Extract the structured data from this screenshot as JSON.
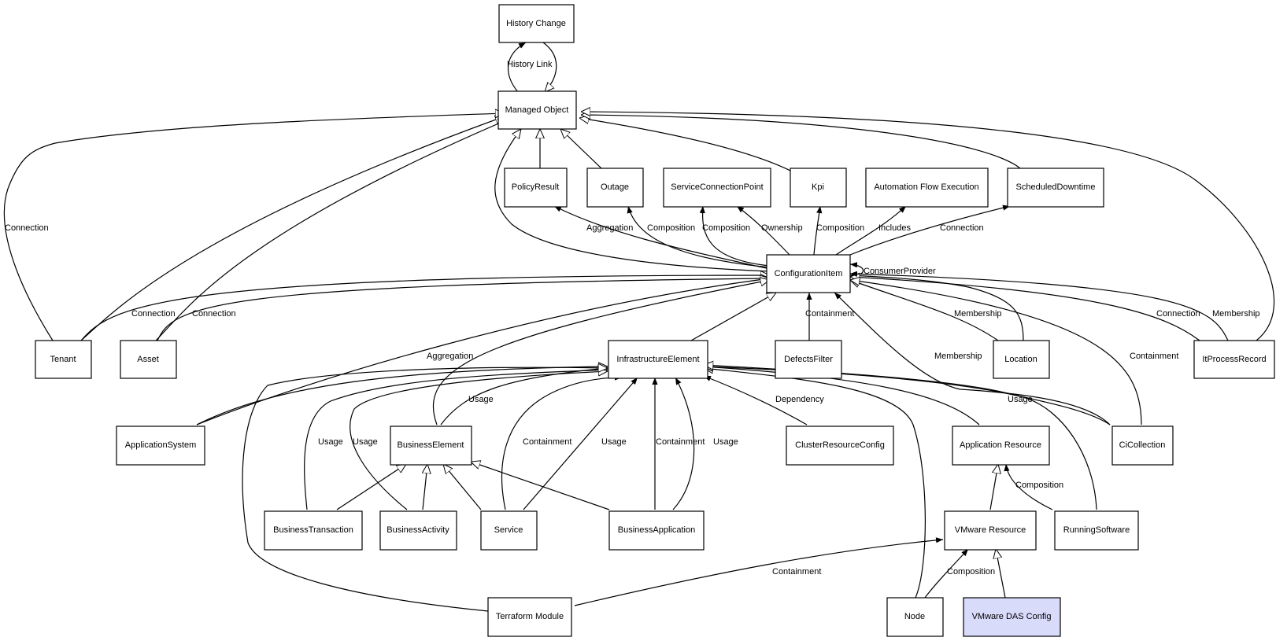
{
  "nodes": {
    "history_change": "History Change",
    "managed_object": "Managed Object",
    "policy_result": "PolicyResult",
    "outage": "Outage",
    "service_connection_point": "ServiceConnectionPoint",
    "kpi": "Kpi",
    "automation_flow_execution": "Automation Flow Execution",
    "scheduled_downtime": "ScheduledDowntime",
    "configuration_item": "ConfigurationItem",
    "tenant": "Tenant",
    "asset": "Asset",
    "infrastructure_element": "InfrastructureElement",
    "defects_filter": "DefectsFilter",
    "location": "Location",
    "it_process_record": "ItProcessRecord",
    "application_system": "ApplicationSystem",
    "business_element": "BusinessElement",
    "cluster_resource_config": "ClusterResourceConfig",
    "application_resource": "Application Resource",
    "ci_collection": "CiCollection",
    "business_transaction": "BusinessTransaction",
    "business_activity": "BusinessActivity",
    "service": "Service",
    "business_application": "BusinessApplication",
    "vmware_resource": "VMware Resource",
    "running_software": "RunningSoftware",
    "terraform_module": "Terraform Module",
    "node": "Node",
    "vmware_das_config": "VMware DAS Config"
  },
  "edge_labels": {
    "history_link": "History Link",
    "connection_tenant_mo": "Connection",
    "aggregation_policy": "Aggregation",
    "composition_outage": "Composition",
    "composition_scp": "Composition",
    "ownership_scp": "Ownership",
    "composition_kpi": "Composition",
    "includes_afe": "Includes",
    "connection_sd": "Connection",
    "consumer_provider": "ConsumerProvider",
    "connection_tenant_ci": "Connection",
    "connection_asset_ci": "Connection",
    "containment_defects": "Containment",
    "membership_location": "Membership",
    "connection_itpr": "Connection",
    "membership_itpr": "Membership",
    "aggregation_appsys": "Aggregation",
    "membership_cicoll": "Membership",
    "containment_cicoll": "Containment",
    "usage_be": "Usage",
    "dependency_crc": "Dependency",
    "usage_runsw": "Usage",
    "usage_bt": "Usage",
    "usage_ba": "Usage",
    "containment_service": "Containment",
    "usage_service": "Usage",
    "containment_bapp": "Containment",
    "usage_bapp": "Usage",
    "composition_runsw": "Composition",
    "containment_terraform": "Containment",
    "composition_node": "Composition"
  },
  "colors": {
    "highlight_fill": "#d9dbfb",
    "stroke": "#000000",
    "background": "#ffffff"
  }
}
